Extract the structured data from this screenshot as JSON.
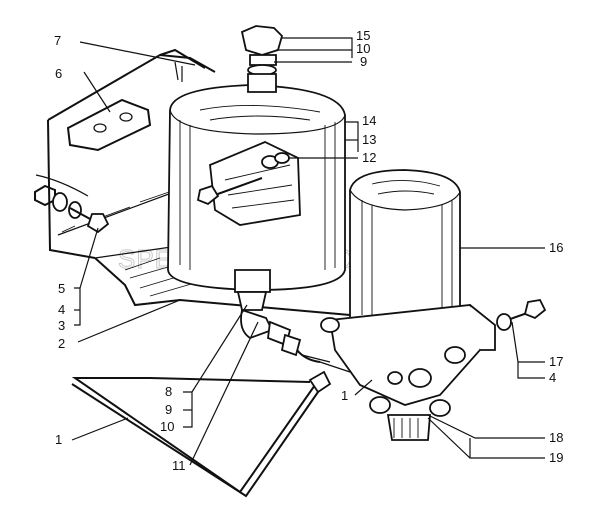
{
  "watermark": "SPECSERVER.COM",
  "callouts": [
    "1",
    "2",
    "3",
    "4",
    "5",
    "6",
    "7",
    "8",
    "9",
    "10",
    "11",
    "12",
    "13",
    "14",
    "15",
    "16",
    "17",
    "18",
    "19"
  ],
  "labels": {
    "l15": "15",
    "l10a": "10",
    "l9a": "9",
    "l7": "7",
    "l6": "6",
    "l14": "14",
    "l13": "13",
    "l12": "12",
    "l16": "16",
    "l5": "5",
    "l4a": "4",
    "l3": "3",
    "l2": "2",
    "l8": "8",
    "l9b": "9",
    "l10b": "10",
    "l1a": "1",
    "l1b": "1",
    "l11": "11",
    "l17": "17",
    "l4b": "4",
    "l18": "18",
    "l19": "19"
  }
}
